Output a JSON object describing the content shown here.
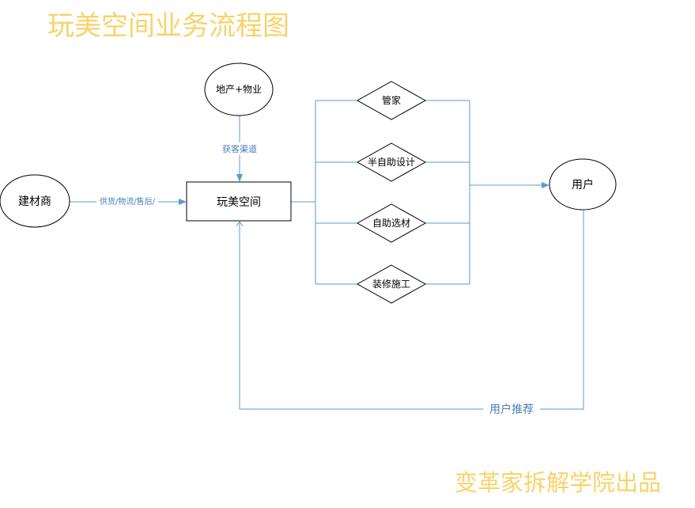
{
  "title": "玩美空间业务流程图",
  "footer": "变革家拆解学院出品",
  "colors": {
    "title": "#f9d26a",
    "edge": "#5b9bd5",
    "edge_label": "#4a7fb5",
    "node_stroke": "#000000"
  },
  "nodes": {
    "developer": "地产+物业",
    "supplier": "建材商",
    "platform": "玩美空间",
    "user": "用户",
    "housekeeper": "管家",
    "semi_design": "半自助设计",
    "self_select": "自助选材",
    "construction": "装修施工"
  },
  "edges": {
    "acquisition_channel": "获客渠道",
    "supply_logistics": "供货/物流/售后/",
    "user_referral": "用户推荐"
  }
}
